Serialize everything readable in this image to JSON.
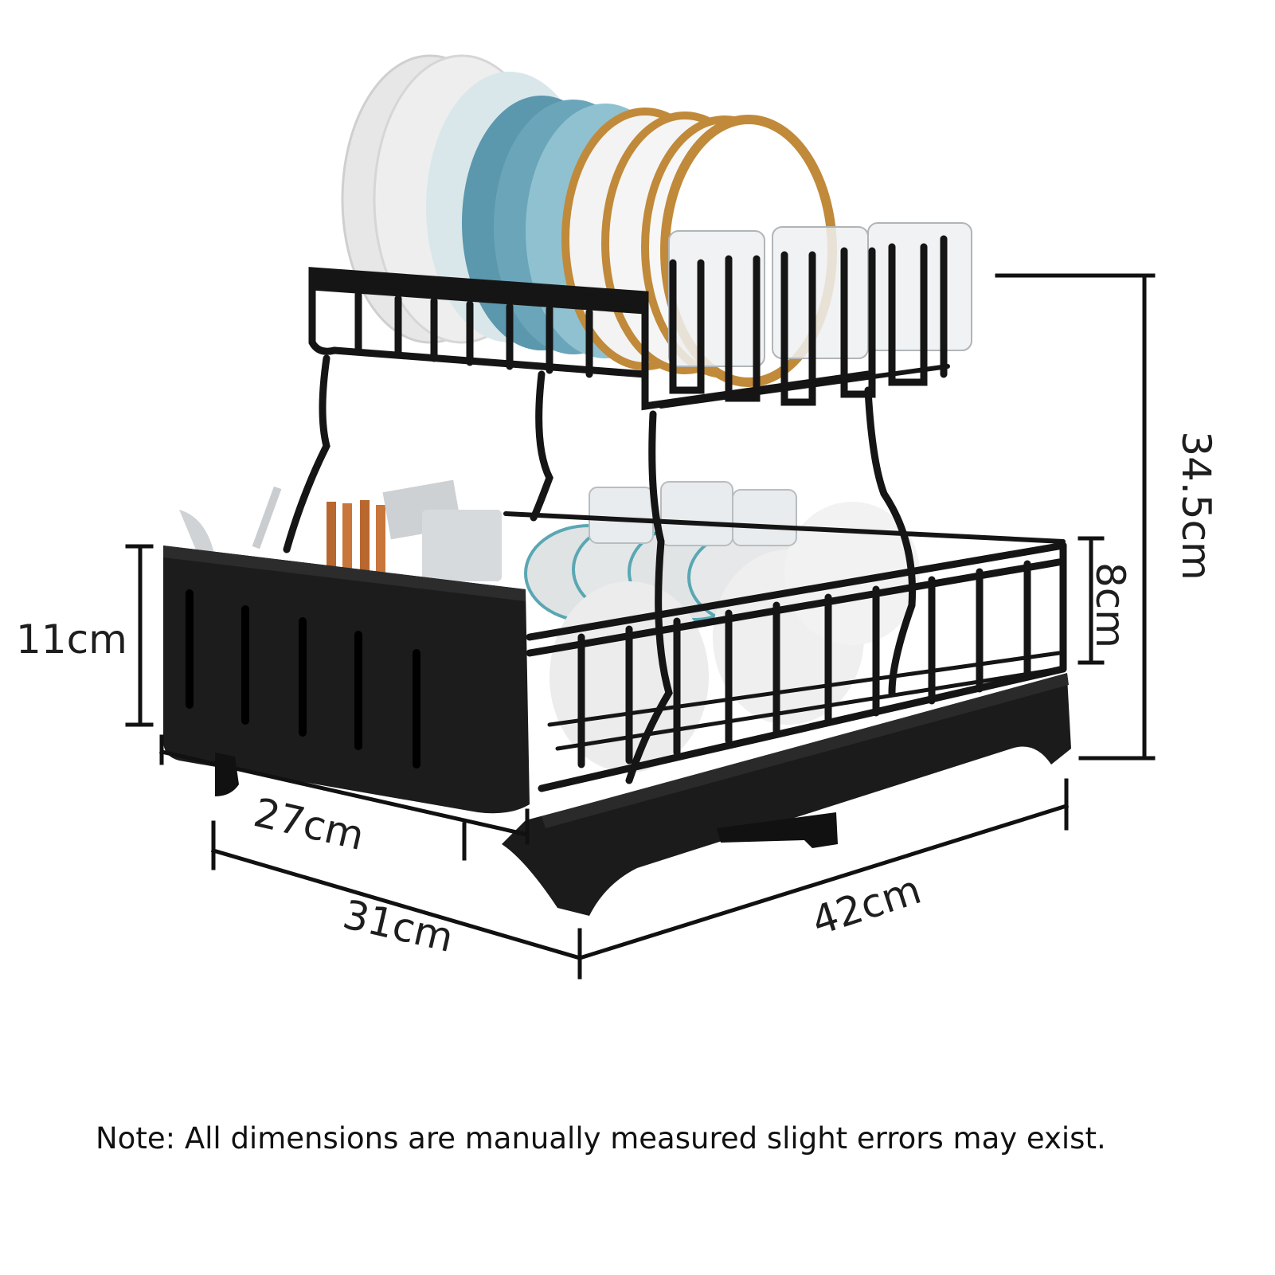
{
  "dimensions": {
    "total_height": "34.5cm",
    "basket_height": "11cm",
    "lower_rack_height": "8cm",
    "basket_width": "27cm",
    "depth": "31cm",
    "length": "42cm"
  },
  "note": "Note: All dimensions are manually measured slight errors may exist.",
  "colors": {
    "rack": "#151515",
    "plate_white": "#eeeeee",
    "plate_teal": "#5b97ad",
    "plate_gold": "#c08a3a",
    "dimension_line": "#111111"
  }
}
